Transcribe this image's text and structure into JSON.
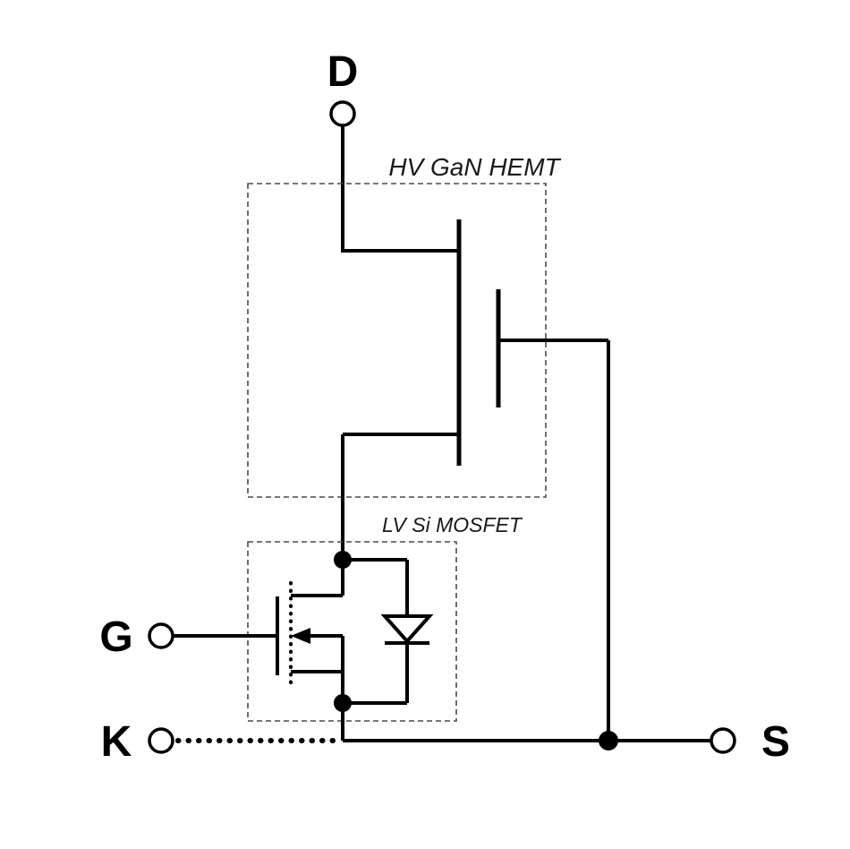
{
  "terminals": {
    "drain": {
      "label": "D"
    },
    "gate": {
      "label": "G"
    },
    "kelvin": {
      "label": "K"
    },
    "source": {
      "label": "S"
    }
  },
  "blocks": {
    "hemt": {
      "label": "HV GaN HEMT"
    },
    "mosfet": {
      "label": "LV Si MOSFET"
    }
  },
  "colors": {
    "line": "#000000",
    "background": "#ffffff",
    "dashed_outline": "#4a4a4a"
  }
}
